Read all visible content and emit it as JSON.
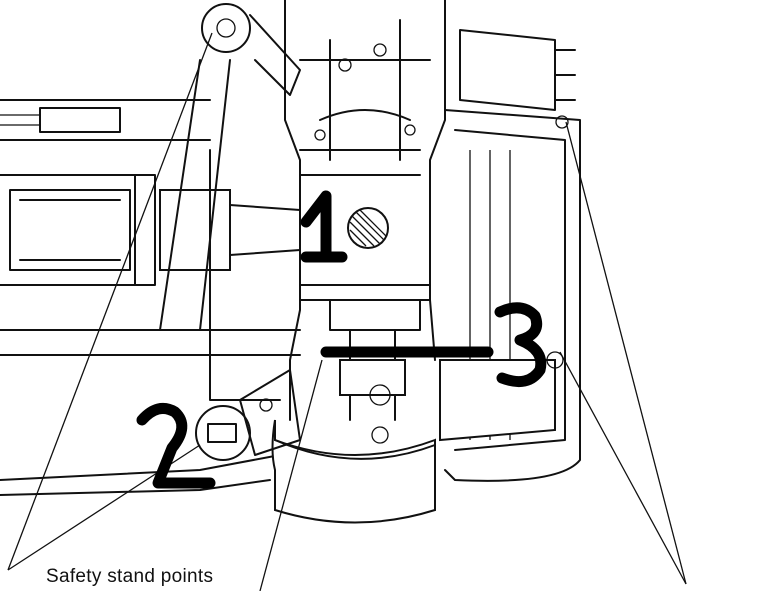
{
  "markers": [
    {
      "label": "1",
      "target": "front-jack-point"
    },
    {
      "label": "2",
      "target": "left-safety-stand-point"
    },
    {
      "label": "3",
      "target": "right-safety-stand-point"
    }
  ],
  "caption": "Safety stand points",
  "colors": {
    "ink": "#111111",
    "background": "#ffffff"
  }
}
